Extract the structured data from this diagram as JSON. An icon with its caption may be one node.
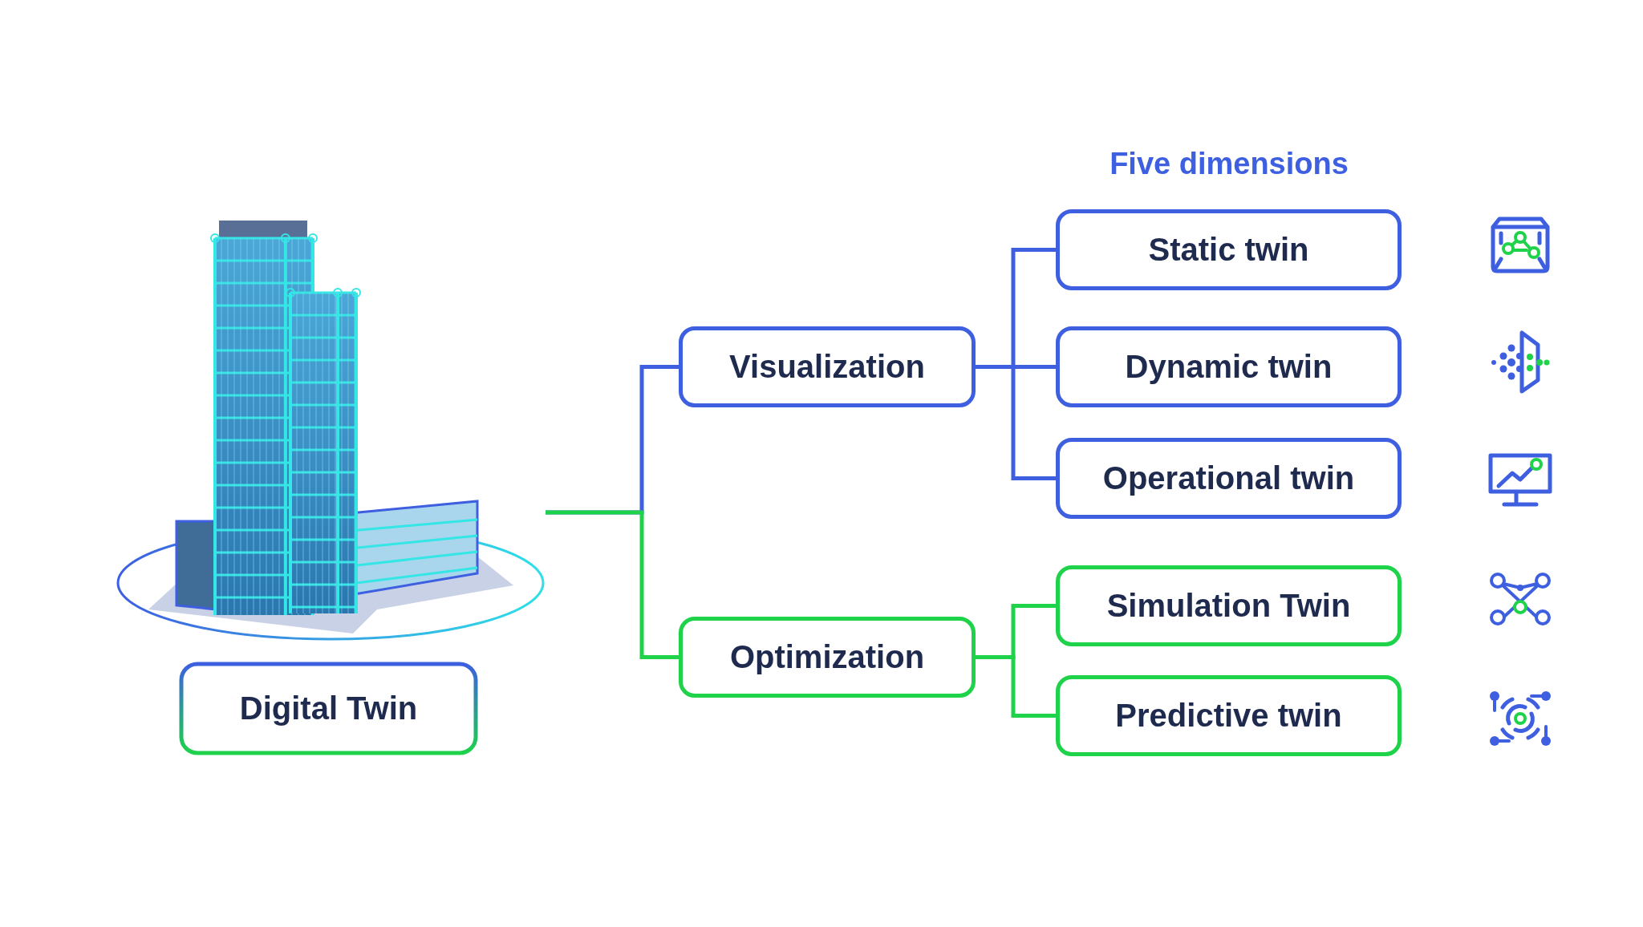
{
  "diagram": {
    "title": "Five dimensions",
    "nodes": [
      {
        "text": [],
        "shape": "picture"
      },
      {
        "text": [
          "Digital Twin"
        ]
      },
      {
        "text": [
          "Visualization"
        ]
      },
      {
        "text": [
          "Optimization"
        ]
      },
      {
        "text": [
          "Static twin"
        ]
      },
      {
        "text": [
          "Dynamic twin"
        ]
      },
      {
        "text": [
          "Operational twin"
        ]
      },
      {
        "text": [
          "Simulation Twin"
        ]
      },
      {
        "text": [
          "Predictive twin"
        ]
      }
    ],
    "edges": [
      {
        "from": 0,
        "to": 2,
        "arrow": "none",
        "color": "#3d5fe0"
      },
      {
        "from": 0,
        "to": 3,
        "arrow": "none",
        "color": "#1ed24a"
      },
      {
        "from": 2,
        "to": 4,
        "arrow": "none",
        "color": "#3d5fe0"
      },
      {
        "from": 2,
        "to": 5,
        "arrow": "none",
        "color": "#3d5fe0"
      },
      {
        "from": 2,
        "to": 6,
        "arrow": "none",
        "color": "#3d5fe0"
      },
      {
        "from": 3,
        "to": 7,
        "arrow": "none",
        "color": "#1ed24a"
      },
      {
        "from": 3,
        "to": 8,
        "arrow": "none",
        "color": "#1ed24a"
      }
    ]
  }
}
